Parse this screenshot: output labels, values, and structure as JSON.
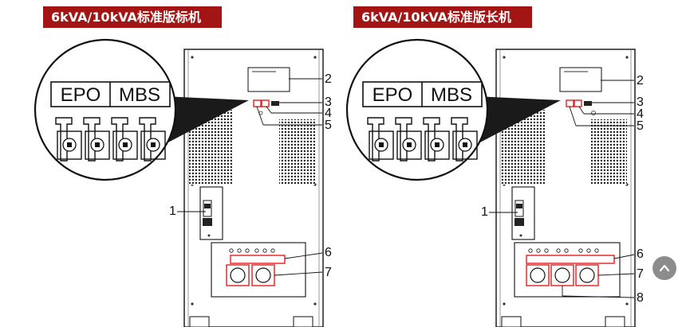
{
  "left": {
    "title": "6kVA/10kVA标准版标机",
    "zoom_labels": [
      "EPO",
      "MBS"
    ],
    "callouts": [
      "1",
      "2",
      "3",
      "4",
      "5",
      "6",
      "7"
    ]
  },
  "right": {
    "title": "6kVA/10kVA标准版长机",
    "zoom_labels": [
      "EPO",
      "MBS"
    ],
    "callouts": [
      "1",
      "2",
      "3",
      "4",
      "5",
      "6",
      "7",
      "8"
    ]
  },
  "colors": {
    "title_bg": "#a31515",
    "highlight": "#e02020",
    "scroll_button": "#8c8c8c"
  },
  "icons": {
    "scroll_top": "chevron-up-icon"
  }
}
